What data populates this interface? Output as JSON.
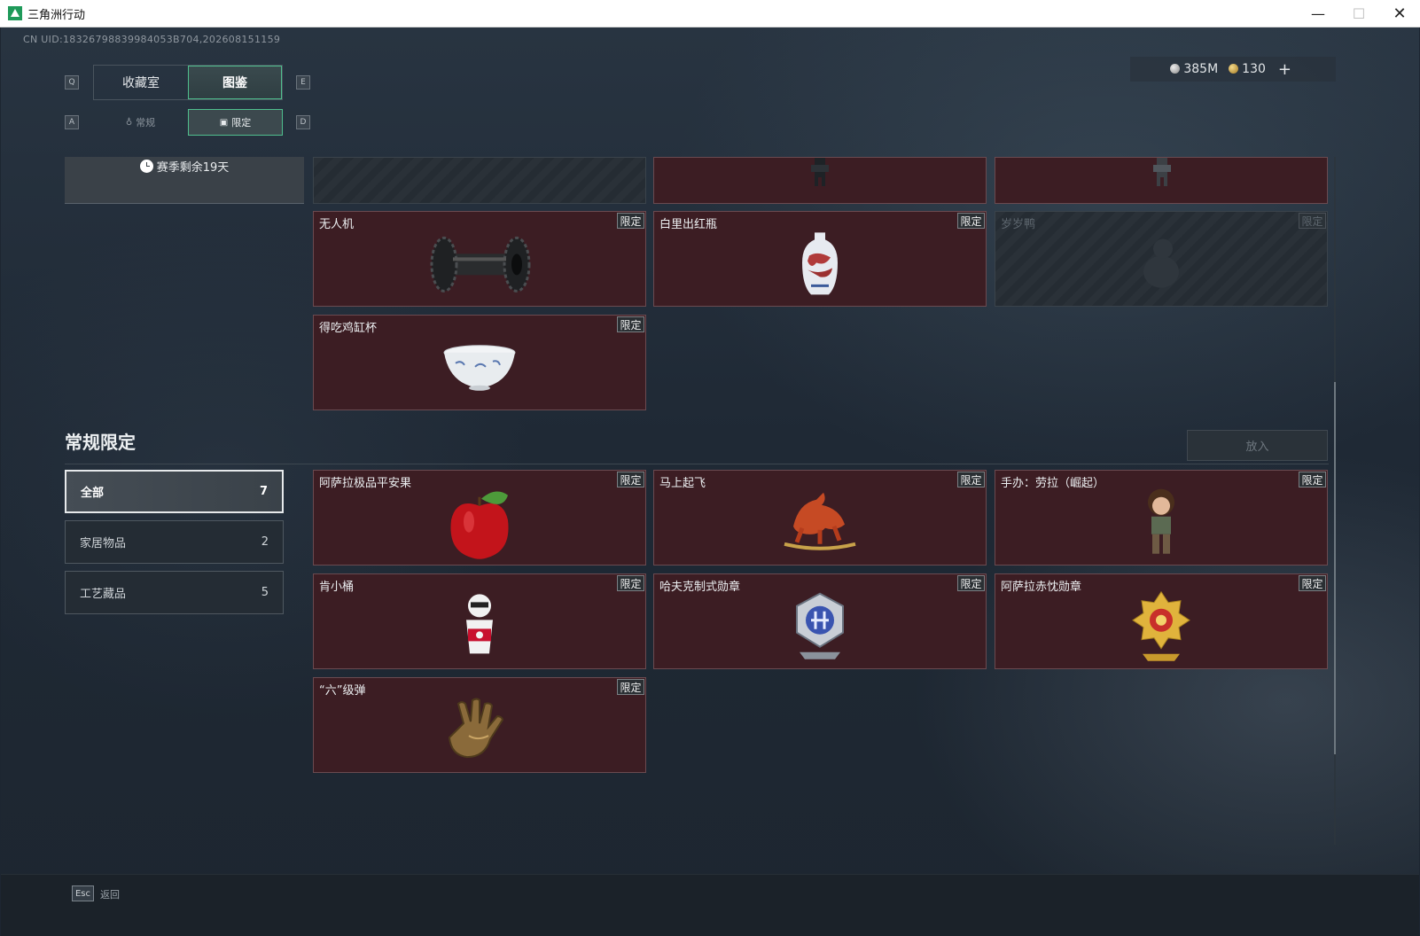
{
  "window": {
    "title": "三角洲行动"
  },
  "header": {
    "uid": "CN UID:18326798839984053B704,202608151159",
    "tabs": [
      "收藏室",
      "图鉴"
    ],
    "tab_key_left": "Q",
    "tab_key_right": "E",
    "subtabs": [
      "常规",
      "限定"
    ],
    "subtab_key_left": "A",
    "subtab_key_right": "D",
    "currency": {
      "silver": "385M",
      "gold": "130"
    }
  },
  "season": {
    "text": "赛季剩余19天"
  },
  "season_cards": [
    {
      "name": "无人机",
      "tag": "限定",
      "locked": false,
      "icon": "drone-icon"
    },
    {
      "name": "白里出红瓶",
      "tag": "限定",
      "locked": false,
      "icon": "vase-icon"
    },
    {
      "name": "岁岁鸭",
      "tag": "限定",
      "locked": true,
      "icon": "duck-icon"
    },
    {
      "name": "得吃鸡缸杯",
      "tag": "限定",
      "locked": false,
      "icon": "bowl-icon"
    }
  ],
  "section": {
    "title": "常规限定",
    "put_button": "放入"
  },
  "filters": [
    {
      "label": "全部",
      "count": "7"
    },
    {
      "label": "家居物品",
      "count": "2"
    },
    {
      "label": "工艺藏品",
      "count": "5"
    }
  ],
  "regular_cards": [
    {
      "name": "阿萨拉极品平安果",
      "tag": "限定",
      "icon": "apple-icon"
    },
    {
      "name": "马上起飞",
      "tag": "限定",
      "icon": "horse-icon"
    },
    {
      "name": "手办：劳拉（崛起）",
      "tag": "限定",
      "icon": "figure-icon"
    },
    {
      "name": "肯小桶",
      "tag": "限定",
      "icon": "bucket-figure-icon"
    },
    {
      "name": "哈夫克制式勋章",
      "tag": "限定",
      "icon": "medal-silver-icon"
    },
    {
      "name": "阿萨拉赤忱勋章",
      "tag": "限定",
      "icon": "medal-gold-icon"
    },
    {
      "name": "“六”级弹",
      "tag": "限定",
      "icon": "hand-icon"
    }
  ],
  "footer": {
    "esc_key": "Esc",
    "back_label": "返回"
  }
}
